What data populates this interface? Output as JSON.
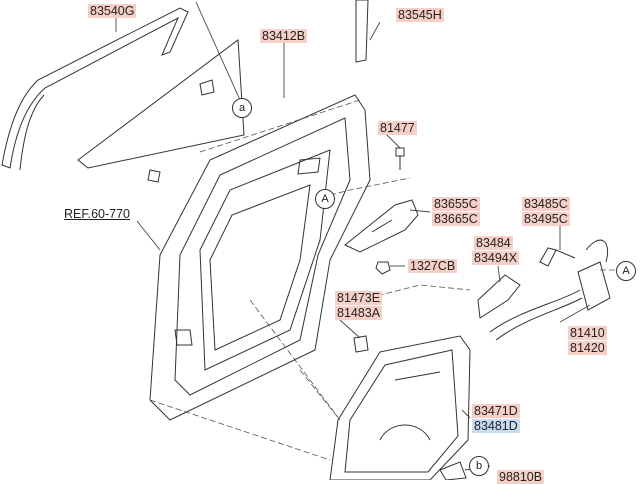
{
  "parts": {
    "p83540g": "83540G",
    "p83412b": "83412B",
    "p83545h": "83545H",
    "p81477": "81477",
    "ref": "REF.60-770",
    "p83655c": "83655C",
    "p83665c": "83665C",
    "p83485c": "83485C",
    "p83495c": "83495C",
    "p83484": "83484",
    "p83494x": "83494X",
    "p1327cb": "1327CB",
    "p81473e": "81473E",
    "p81483a": "81483A",
    "p81410": "81410",
    "p81420": "81420",
    "p83471d": "83471D",
    "p83481d": "83481D",
    "p98810b": "98810B"
  },
  "callouts": {
    "a": "a",
    "A": "A",
    "b": "b"
  },
  "colors": {
    "label_bg": "#f6d0c6",
    "highlight_bg": "#c7dcf2",
    "line": "#333333"
  }
}
